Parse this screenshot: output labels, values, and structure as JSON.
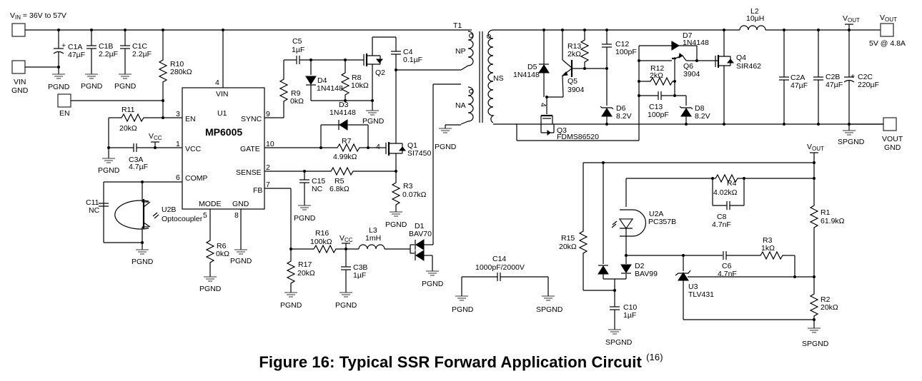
{
  "figure": {
    "caption": "Figure 16: Typical SSR Forward Application Circuit",
    "caption_ref": "(16)"
  },
  "ports": {
    "vin": {
      "label_main": "V",
      "label_sub": "IN",
      "label_rest": " = 36V to 57V"
    },
    "vin_gnd": {
      "line1": "VIN",
      "line2": "GND"
    },
    "en": "EN",
    "vout": {
      "main": "V",
      "sub": "OUT",
      "spec": "5V @ 4.8A"
    },
    "vout_gnd": {
      "line1": "VOUT",
      "line2": "GND"
    }
  },
  "grounds": {
    "pgnd": "PGND",
    "spgnd": "SPGND"
  },
  "rails": {
    "vcc_main": "V",
    "vcc_sub": "CC",
    "vout_main": "V",
    "vout_sub": "OUT"
  },
  "ic_u1": {
    "ref": "U1",
    "part": "MP6005",
    "pins": [
      {
        "num": "4",
        "name": "VIN"
      },
      {
        "num": "3",
        "name": "EN"
      },
      {
        "num": "1",
        "name": "VCC"
      },
      {
        "num": "6",
        "name": "COMP"
      },
      {
        "num": "9",
        "name": "SYNC"
      },
      {
        "num": "10",
        "name": "GATE"
      },
      {
        "num": "2",
        "name": "SENSE"
      },
      {
        "num": "7",
        "name": "FB"
      },
      {
        "num": "5",
        "name": "MODE"
      },
      {
        "num": "8",
        "name": "GND"
      }
    ]
  },
  "transformer": {
    "ref": "T1",
    "windings": [
      "NP",
      "NA",
      "NS"
    ]
  },
  "components": {
    "C1A": {
      "ref": "C1A",
      "value": "47µF"
    },
    "C1B": {
      "ref": "C1B",
      "value": "2.2µF"
    },
    "C1C": {
      "ref": "C1C",
      "value": "2.2µF"
    },
    "R10": {
      "ref": "R10",
      "value": "280kΩ"
    },
    "R11": {
      "ref": "R11",
      "value": "20kΩ"
    },
    "C3A": {
      "ref": "C3A",
      "value": "4.7µF"
    },
    "C11": {
      "ref": "C11",
      "value": "NC"
    },
    "U2B": {
      "ref": "U2B",
      "value": "Optocoupler"
    },
    "R6": {
      "ref": "R6",
      "value": "0kΩ"
    },
    "C5": {
      "ref": "C5",
      "value": "1µF"
    },
    "R9": {
      "ref": "R9",
      "value": "0kΩ"
    },
    "D4": {
      "ref": "D4",
      "value": "1N4148"
    },
    "R8": {
      "ref": "R8",
      "value": "10kΩ"
    },
    "Q2": {
      "ref": "Q2",
      "value": ""
    },
    "C4": {
      "ref": "C4",
      "value": "0.1µF"
    },
    "D3": {
      "ref": "D3",
      "value": "1N4148"
    },
    "R7": {
      "ref": "R7",
      "value": "4.99kΩ"
    },
    "Q1": {
      "ref": "Q1",
      "value": "SI7450",
      "pin": "4"
    },
    "C15": {
      "ref": "C15",
      "value": "NC"
    },
    "R5": {
      "ref": "R5",
      "value": "6.8kΩ"
    },
    "R3": {
      "ref": "R3",
      "value": "0.07kΩ"
    },
    "R16": {
      "ref": "R16",
      "value": "100kΩ"
    },
    "R17": {
      "ref": "R17",
      "value": "20kΩ"
    },
    "L3": {
      "ref": "L3",
      "value": "1mH"
    },
    "C3B": {
      "ref": "C3B",
      "value": "1µF"
    },
    "D1": {
      "ref": "D1",
      "value": "BAV70"
    },
    "C14": {
      "ref": "C14",
      "value": "1000pF/2000V"
    },
    "D5": {
      "ref": "D5",
      "value": "1N4148"
    },
    "R13": {
      "ref": "R13",
      "value": "2kΩ"
    },
    "Q5": {
      "ref": "Q5",
      "value": "3904"
    },
    "C12": {
      "ref": "C12",
      "value": "100pF"
    },
    "D6": {
      "ref": "D6",
      "value": "8.2V"
    },
    "Q3": {
      "ref": "Q3",
      "value": "FDMS86520",
      "pin": "4"
    },
    "D7": {
      "ref": "D7",
      "value": "1N4148"
    },
    "R12": {
      "ref": "R12",
      "value": "2kΩ"
    },
    "Q6": {
      "ref": "Q6",
      "value": "3904"
    },
    "C13": {
      "ref": "C13",
      "value": "100pF"
    },
    "D8": {
      "ref": "D8",
      "value": "8.2V"
    },
    "Q4": {
      "ref": "Q4",
      "value": "SIR462"
    },
    "L2": {
      "ref": "L2",
      "value": "10µH"
    },
    "C2A": {
      "ref": "C2A",
      "value": "47µF"
    },
    "C2B": {
      "ref": "C2B",
      "value": "47µF"
    },
    "C2C": {
      "ref": "C2C",
      "value": "220µF"
    },
    "R4": {
      "ref": "R4",
      "value": "4.02kΩ"
    },
    "C8": {
      "ref": "C8",
      "value": "4.7nF"
    },
    "U2A": {
      "ref": "U2A",
      "value": "PC357B"
    },
    "R1": {
      "ref": "R1",
      "value": "61.9kΩ"
    },
    "R15": {
      "ref": "R15",
      "value": "20kΩ"
    },
    "R3b": {
      "ref": "R3",
      "value": "1kΩ"
    },
    "C6": {
      "ref": "C6",
      "value": "4.7nF"
    },
    "D2": {
      "ref": "D2",
      "value": "BAV99"
    },
    "U3": {
      "ref": "U3",
      "value": "TLV431"
    },
    "C10": {
      "ref": "C10",
      "value": "1µF"
    },
    "R2": {
      "ref": "R2",
      "value": "20kΩ"
    }
  },
  "polarity_mark": "+"
}
